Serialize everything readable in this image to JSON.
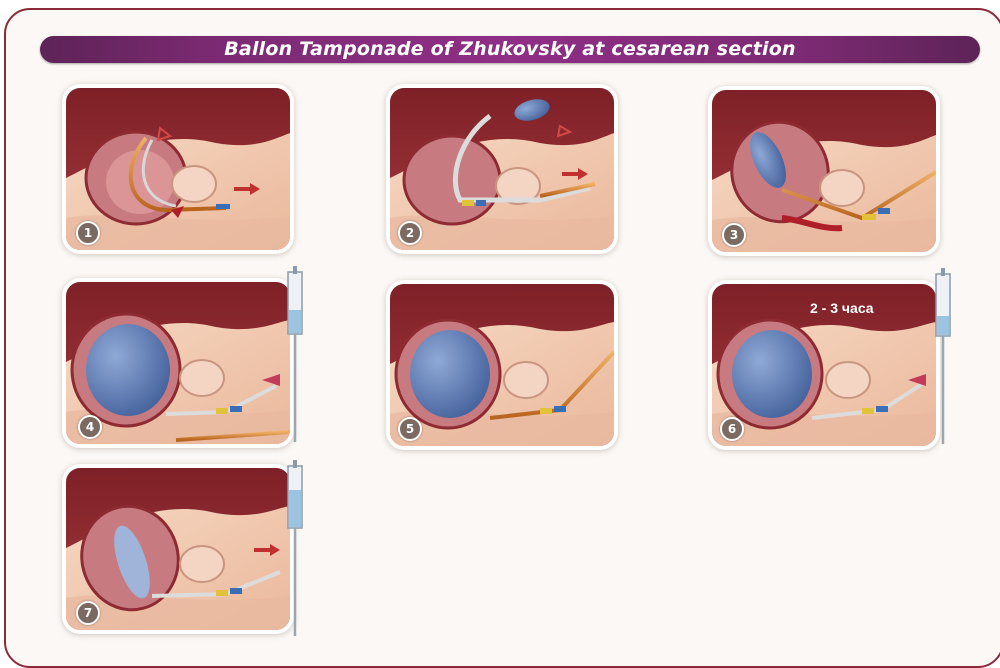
{
  "title": "Ballon Tamponade of Zhukovsky at cesarean section",
  "steps": [
    {
      "number": "1"
    },
    {
      "number": "2"
    },
    {
      "number": "3"
    },
    {
      "number": "4"
    },
    {
      "number": "5"
    },
    {
      "number": "6",
      "note": "2 - 3 часа"
    },
    {
      "number": "7"
    }
  ],
  "colors": {
    "banner": "#8f2f86",
    "frame": "#8c2a3a",
    "tissue_dark": "#8e2a31",
    "tissue_skin": "#f2c9b0",
    "balloon": "#4f6fa8",
    "catheter": "#d98a3a"
  }
}
